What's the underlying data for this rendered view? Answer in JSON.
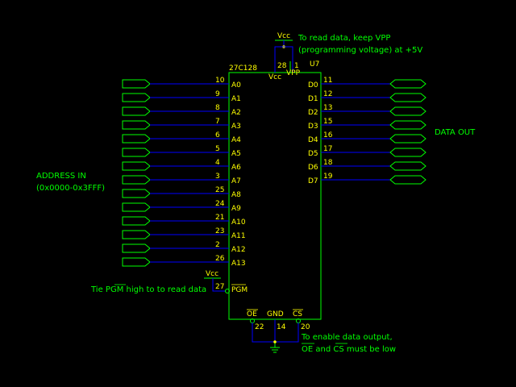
{
  "chip": {
    "part": "27C128",
    "ref": "U7",
    "top_pins": [
      {
        "num": "28",
        "name": "Vcc"
      },
      {
        "num": "1",
        "name": "VPP"
      }
    ],
    "vcc_label": "Vcc"
  },
  "notes": {
    "vpp_line1": "To read data, keep VPP",
    "vpp_line2": "(programming voltage) at +5V",
    "pgm_note": "Tie PGM high to to read data",
    "pgm_bar": "PGM",
    "enable_line1": "To enable data output,",
    "enable_line2_oe": "OE",
    "enable_line2_and": " and ",
    "enable_line2_cs": "CS",
    "enable_line2_rest": " must be low"
  },
  "address": {
    "label": "ADDRESS IN",
    "range": "(0x0000-0x3FFF)",
    "pins": [
      {
        "name": "A0",
        "num": "10"
      },
      {
        "name": "A1",
        "num": "9"
      },
      {
        "name": "A2",
        "num": "8"
      },
      {
        "name": "A3",
        "num": "7"
      },
      {
        "name": "A4",
        "num": "6"
      },
      {
        "name": "A5",
        "num": "5"
      },
      {
        "name": "A6",
        "num": "4"
      },
      {
        "name": "A7",
        "num": "3"
      },
      {
        "name": "A8",
        "num": "25"
      },
      {
        "name": "A9",
        "num": "24"
      },
      {
        "name": "A10",
        "num": "21"
      },
      {
        "name": "A11",
        "num": "23"
      },
      {
        "name": "A12",
        "num": "2"
      },
      {
        "name": "A13",
        "num": "26"
      }
    ]
  },
  "data": {
    "label": "DATA OUT",
    "pins": [
      {
        "name": "D0",
        "num": "11"
      },
      {
        "name": "D1",
        "num": "12"
      },
      {
        "name": "D2",
        "num": "13"
      },
      {
        "name": "D3",
        "num": "15"
      },
      {
        "name": "D4",
        "num": "16"
      },
      {
        "name": "D5",
        "num": "17"
      },
      {
        "name": "D6",
        "num": "18"
      },
      {
        "name": "D7",
        "num": "19"
      }
    ]
  },
  "pgm": {
    "name": "PGM",
    "num": "27",
    "vcc_label": "Vcc"
  },
  "bottom_pins": [
    {
      "name": "OE",
      "num": "22"
    },
    {
      "name": "GND",
      "num": "14"
    },
    {
      "name": "CS",
      "num": "20"
    }
  ],
  "colors": {
    "background": "#000000",
    "component": "#00ff00",
    "wire": "#0000ff",
    "label": "#ffff00"
  }
}
